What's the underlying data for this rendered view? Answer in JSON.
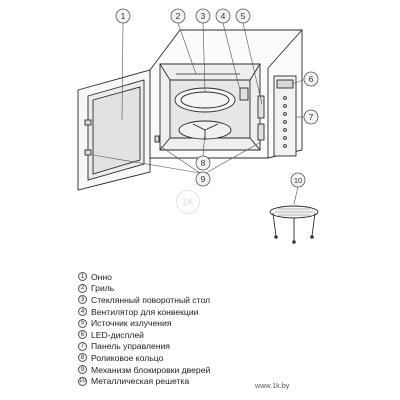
{
  "callouts": [
    "1",
    "2",
    "3",
    "4",
    "5",
    "6",
    "7",
    "8",
    "9",
    "10"
  ],
  "legend": [
    {
      "num": "1",
      "label": "Онно"
    },
    {
      "num": "2",
      "label": "Гриль"
    },
    {
      "num": "3",
      "label": "Стеклянный поворотный стол"
    },
    {
      "num": "4",
      "label": "Вентилятор для конвекции"
    },
    {
      "num": "5",
      "label": "Источник излучения"
    },
    {
      "num": "6",
      "label": "LED-дисплей"
    },
    {
      "num": "7",
      "label": "Панель управления"
    },
    {
      "num": "8",
      "label": "Роликовое кольцо"
    },
    {
      "num": "9",
      "label": "Механизм блокировки дверей"
    },
    {
      "num": "10",
      "label": "Металлическая решетка"
    }
  ],
  "watermark": "www.1k.by",
  "logo_text": "1K"
}
